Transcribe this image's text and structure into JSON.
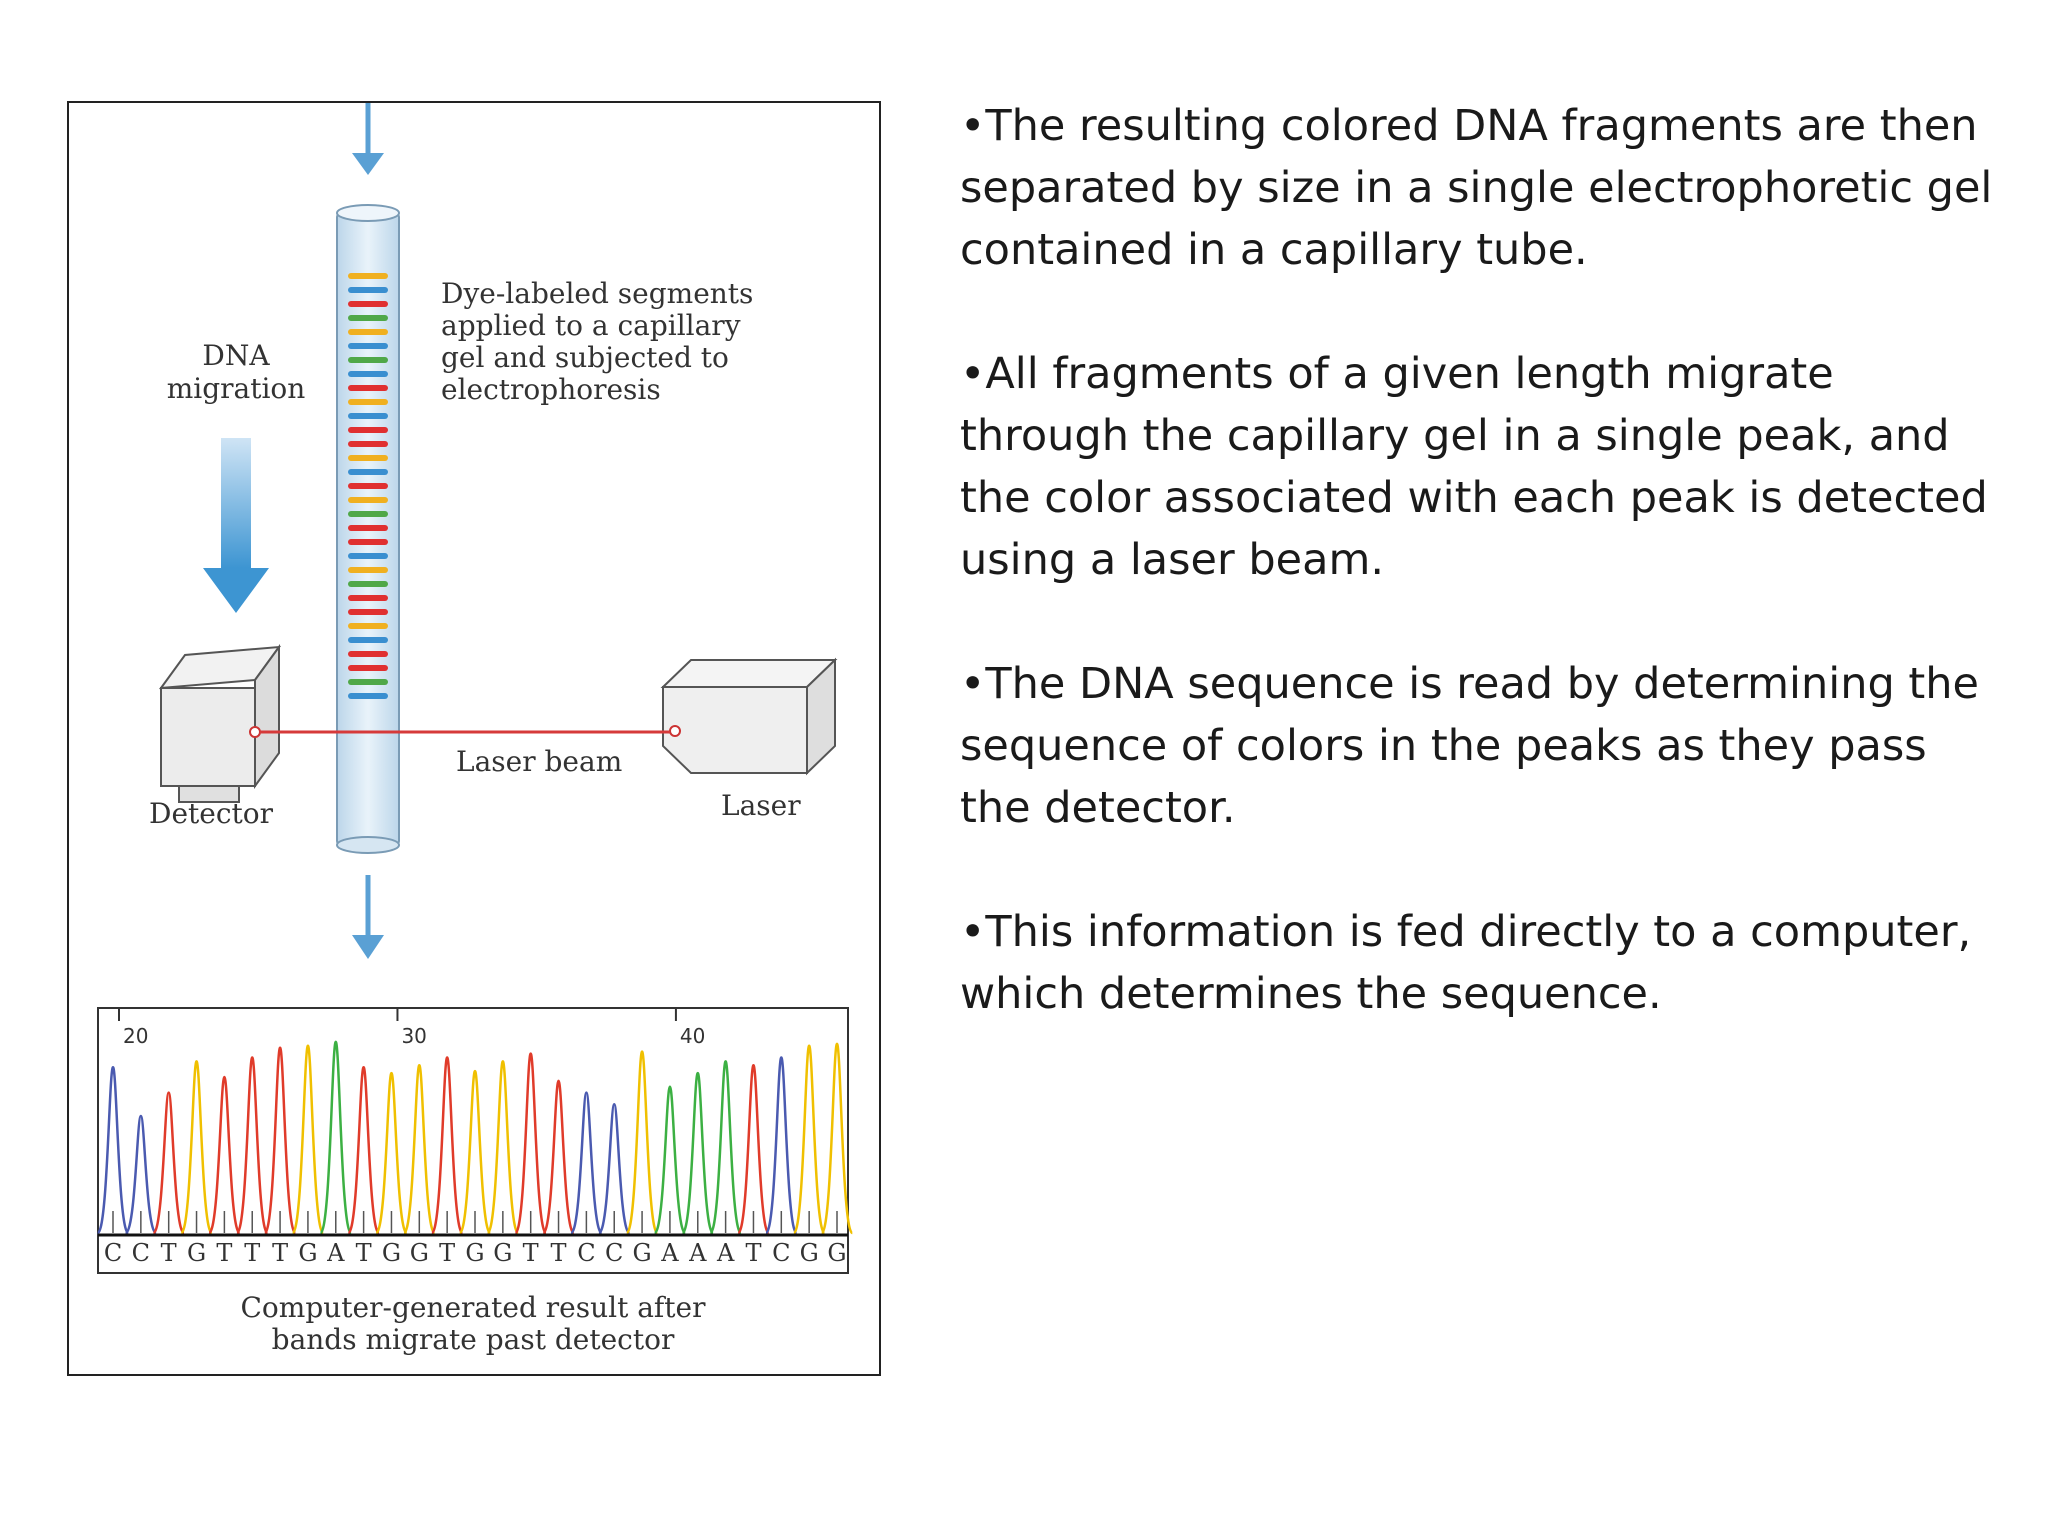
{
  "figure": {
    "labels": {
      "dna_migration_1": "DNA",
      "dna_migration_2": "migration",
      "dye_1": "Dye-labeled segments",
      "dye_2": "applied to a capillary",
      "dye_3": "gel and subjected to",
      "dye_4": "electrophoresis",
      "laser_beam": "Laser beam",
      "detector": "Detector",
      "laser": "Laser",
      "caption_1": "Computer-generated result after",
      "caption_2": "bands migrate past detector"
    },
    "band_colors": [
      "#f0b020",
      "#3a8fd0",
      "#e03030",
      "#50a848",
      "#f0b020",
      "#3a8fd0",
      "#50a848",
      "#3a8fd0",
      "#e03030",
      "#f0b020",
      "#3a8fd0",
      "#e03030",
      "#e03030",
      "#f0b020",
      "#3a8fd0",
      "#e03030",
      "#f0b020",
      "#50a848",
      "#e03030",
      "#e03030",
      "#3a8fd0",
      "#f0b020",
      "#50a848",
      "#e03030",
      "#e03030",
      "#f0b020",
      "#3a8fd0",
      "#e03030",
      "#e03030",
      "#50a848",
      "#3a8fd0"
    ],
    "palette": {
      "A": "#3cb043",
      "C": "#4a5ab0",
      "G": "#f0c000",
      "T": "#e03b2a"
    }
  },
  "chart_data": {
    "type": "line",
    "title": "",
    "tick_labels": [
      "20",
      "30",
      "40"
    ],
    "sequence": [
      "C",
      "C",
      "T",
      "G",
      "T",
      "T",
      "T",
      "G",
      "A",
      "T",
      "G",
      "G",
      "T",
      "G",
      "G",
      "T",
      "T",
      "C",
      "C",
      "G",
      "A",
      "A",
      "A",
      "T",
      "C",
      "G",
      "G"
    ]
  },
  "bullets": [
    "•The resulting colored DNA fragments are then separated by size in a single electrophoretic gel contained in a capillary tube.",
    "•All fragments of a given length migrate through the capillary gel in a single peak, and the color associated with each peak is detected using a laser beam.",
    "•The DNA sequence is read by determining the sequence of colors in the peaks as they pass the detector.",
    "•This information is fed directly to a computer, which determines the sequence."
  ]
}
